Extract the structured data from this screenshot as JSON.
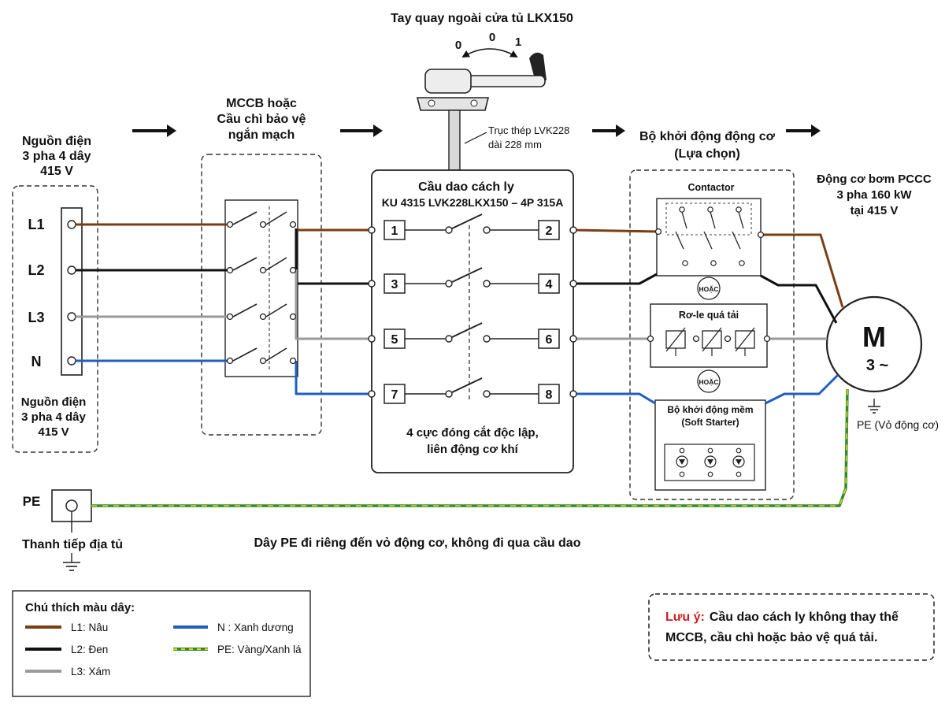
{
  "title": "Tay quay ngoài cửa tủ LKX150",
  "handle": {
    "pos_left": "0",
    "pos_mid": "0",
    "pos_right": "1"
  },
  "shaft": {
    "line1": "Trục thép LVK228",
    "line2": "dài 228 mm"
  },
  "source": {
    "line1": "Nguồn điện",
    "line2": "3 pha 4 dây",
    "line3": "415 V",
    "terminals": [
      "L1",
      "L2",
      "L3",
      "N"
    ]
  },
  "mccb": {
    "line1": "MCCB hoặc",
    "line2": "Cầu chì bảo vệ",
    "line3": "ngắn mạch"
  },
  "isolator": {
    "line1": "Cầu dao cách ly",
    "line2": "KU 4315 LVK228LKX150 – 4P 315A",
    "in_terminals": [
      "1",
      "3",
      "5",
      "7"
    ],
    "out_terminals": [
      "2",
      "4",
      "6",
      "8"
    ],
    "footer1": "4 cực đóng cắt độc lập,",
    "footer2": "liên động cơ khí"
  },
  "starter": {
    "line1": "Bộ khởi động động cơ",
    "line2": "(Lựa chọn)",
    "contactor": "Contactor",
    "or1": "HOẶC",
    "relay": "Rơ-le quá tải",
    "or2": "HOẶC",
    "soft1": "Bộ khởi động mềm",
    "soft2": "(Soft Starter)"
  },
  "motor": {
    "line1": "Động cơ bơm PCCC",
    "line2": "3 pha 160 kW",
    "line3": "tại 415 V",
    "symbol": "M",
    "phase": "3 ~",
    "pe_label": "PE (Vỏ động cơ)"
  },
  "pe": {
    "label": "PE",
    "bar_label": "Thanh tiếp địa tủ",
    "note": "Dây PE đi riêng đến vỏ động cơ, không đi qua cầu dao"
  },
  "legend": {
    "title": "Chú thích màu dây:",
    "items": [
      {
        "label": "L1: Nâu",
        "color": "#7a3e12"
      },
      {
        "label": "L2: Đen",
        "color": "#111111"
      },
      {
        "label": "L3: Xám",
        "color": "#9a9a9a"
      },
      {
        "label": "N : Xanh dương",
        "color": "#1f5fbf"
      },
      {
        "label": "PE: Vàng/Xanh lá",
        "color": "#2e8b2e"
      }
    ]
  },
  "note": {
    "prefix": "Lưu ý:",
    "line1": "Cầu dao cách ly không thay thế",
    "line2": "MCCB, cầu chì hoặc bảo vệ quá tải."
  },
  "colors": {
    "L1": "#7a3e12",
    "L2": "#111111",
    "L3": "#9a9a9a",
    "N": "#1f5fbf",
    "PE_green": "#2e8b2e",
    "PE_yellow": "#e8d21a",
    "note_red": "#d41a1a"
  }
}
